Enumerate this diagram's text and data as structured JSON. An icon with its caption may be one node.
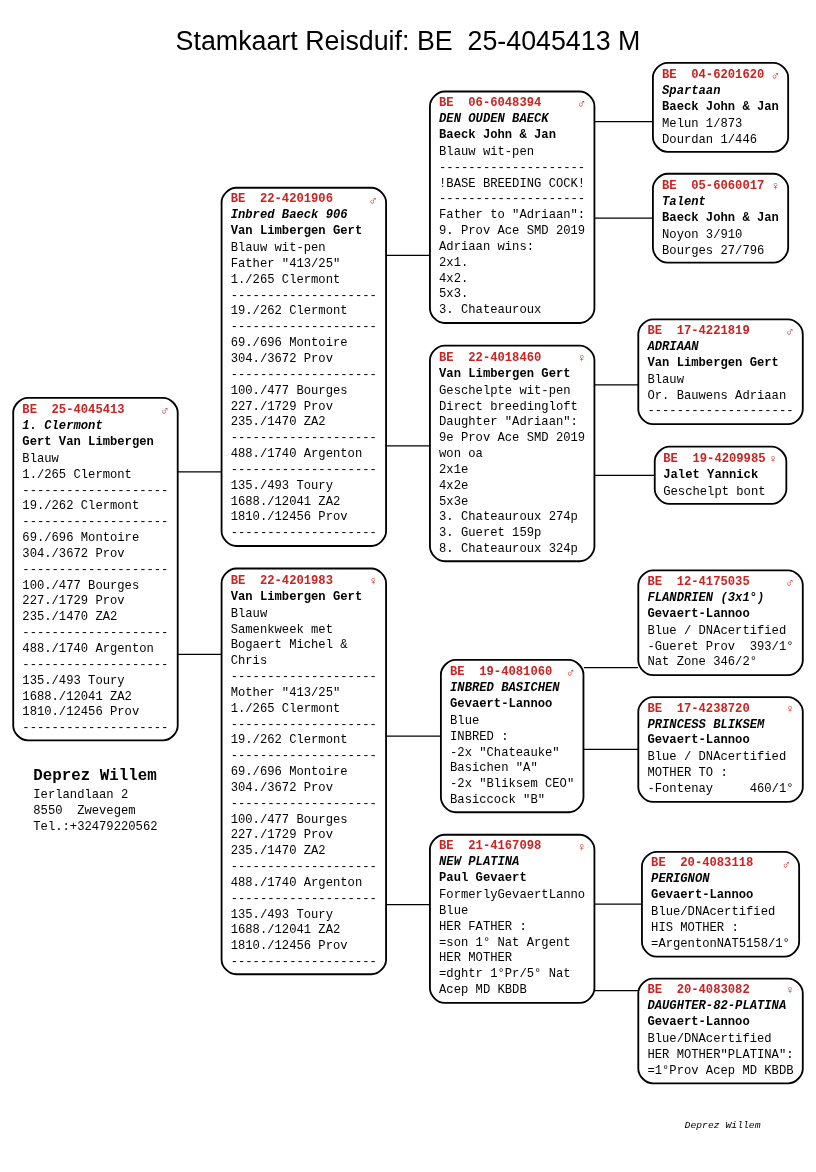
{
  "diagram": {
    "title": "Stamkaart Reisduif: BE  25-4045413 M",
    "nodes": [
      {
        "text": [
          "BE  25-4045413",
          "♂",
          "1. Clermont",
          "Gert Van Limbergen",
          "Blauw",
          "1./265 Clermont",
          "--------------------",
          "19./262 Clermont",
          "--------------------",
          "69./696 Montoire",
          "304./3672 Prov",
          "--------------------",
          "100./477 Bourges",
          "227./1729 Prov",
          "235./1470 ZA2",
          "--------------------",
          "488./1740 Argenton",
          "--------------------",
          "135./493 Toury",
          "1688./12041 ZA2",
          "1810./12456 Prov",
          "--------------------"
        ]
      },
      {
        "text": [
          "BE  22-4201906",
          "♂",
          "Inbred Baeck 906",
          "Van Limbergen Gert",
          "Blauw wit-pen",
          "Father \"413/25\"",
          "1./265 Clermont",
          "--------------------",
          "19./262 Clermont",
          "--------------------",
          "69./696 Montoire",
          "304./3672 Prov",
          "--------------------",
          "100./477 Bourges",
          "227./1729 Prov",
          "235./1470 ZA2",
          "--------------------",
          "488./1740 Argenton",
          "--------------------",
          "135./493 Toury",
          "1688./12041 ZA2",
          "1810./12456 Prov",
          "--------------------"
        ]
      },
      {
        "text": [
          "BE  22-4201983",
          "♀",
          "Van Limbergen Gert",
          "Blauw",
          "Samenkweek met",
          "Bogaert Michel &",
          "Chris",
          "--------------------",
          "Mother \"413/25\"",
          "1./265 Clermont",
          "--------------------",
          "19./262 Clermont",
          "--------------------",
          "69./696 Montoire",
          "304./3672 Prov",
          "--------------------",
          "100./477 Bourges",
          "227./1729 Prov",
          "235./1470 ZA2",
          "--------------------",
          "488./1740 Argenton",
          "--------------------",
          "135./493 Toury",
          "1688./12041 ZA2",
          "1810./12456 Prov",
          "--------------------"
        ]
      },
      {
        "text": [
          "BE  06-6048394",
          "♂",
          "DEN OUDEN BAECK",
          "Baeck John & Jan",
          "Blauw wit-pen",
          "--------------------",
          "!BASE BREEDING COCK!",
          "--------------------",
          "Father to \"Adriaan\":",
          "9. Prov Ace SMD 2019",
          "Adriaan wins:",
          "2x1.",
          "4x2.",
          "5x3.",
          "3. Chateauroux"
        ]
      },
      {
        "text": [
          "BE  22-4018460",
          "♀",
          "Van Limbergen Gert",
          "Geschelpte wit-pen",
          "Direct breedingloft",
          "Daughter \"Adriaan\":",
          "9e Prov Ace SMD 2019",
          "won oa",
          "2x1e",
          "4x2e",
          "5x3e",
          "3. Chateauroux 274p",
          "3. Gueret 159p",
          "8. Chateauroux 324p"
        ]
      },
      {
        "text": [
          "BE  19-4081060",
          "♂",
          "INBRED BASICHEN",
          "Gevaert-Lannoo",
          "Blue",
          "INBRED :",
          "-2x \"Chateauke\"",
          "Basichen \"A\"",
          "-2x \"Bliksem CEO\"",
          "Basiccock \"B\""
        ]
      },
      {
        "text": [
          "BE  21-4167098",
          "♀",
          "NEW PLATINA",
          "Paul Gevaert",
          "FormerlyGevaertLanno",
          "Blue",
          "HER FATHER :",
          "=son 1° Nat Argent",
          "HER MOTHER",
          "=dghtr 1°Pr/5° Nat",
          "Acep MD KBDB"
        ]
      },
      {
        "text": [
          "BE  04-6201620",
          "♂",
          "Spartaan",
          "Baeck John & Jan",
          "Melun 1/873",
          "Dourdan 1/446"
        ]
      },
      {
        "text": [
          "BE  05-6060017",
          "♀",
          "Talent",
          "Baeck John & Jan",
          "Noyon 3/910",
          "Bourges 27/796"
        ]
      },
      {
        "text": [
          "BE  17-4221819",
          "♂",
          "ADRIAAN",
          "Van Limbergen Gert",
          "Blauw",
          "Or. Bauwens Adriaan",
          "--------------------"
        ]
      },
      {
        "text": [
          "BE  19-4209985",
          "♀",
          "Jalet Yannick",
          "Geschelpt bont"
        ]
      },
      {
        "text": [
          "BE  12-4175035",
          "♂",
          "FLANDRIEN (3x1°)",
          "Gevaert-Lannoo",
          "Blue / DNAcertified",
          "-Gueret Prov  393/1°",
          "Nat Zone 346/2°"
        ]
      },
      {
        "text": [
          "BE  17-4238720",
          "♀",
          "PRINCESS BLIKSEM",
          "Gevaert-Lannoo",
          "Blue / DNAcertified",
          "MOTHER TO :",
          "-Fontenay     460/1°"
        ]
      },
      {
        "text": [
          "BE  20-4083118",
          "♂",
          "PERIGNON",
          "Gevaert-Lannoo",
          "Blue/DNAcertified",
          "HIS MOTHER :",
          "=ArgentonNAT5158/1°"
        ]
      },
      {
        "text": [
          "BE  20-4083082",
          "♀",
          "DAUGHTER-82-PLATINA",
          "Gevaert-Lannoo",
          "Blue/DNAcertified",
          "HER MOTHER\"PLATINA\":",
          "=1°Prov Acep MD KBDB"
        ]
      }
    ],
    "edges": [
      {
        "from": 0,
        "to": 1,
        "arrow": "none"
      },
      {
        "from": 0,
        "to": 2,
        "arrow": "none"
      },
      {
        "from": 1,
        "to": 3,
        "arrow": "none"
      },
      {
        "from": 1,
        "to": 4,
        "arrow": "none"
      },
      {
        "from": 2,
        "to": 5,
        "arrow": "none"
      },
      {
        "from": 2,
        "to": 6,
        "arrow": "none"
      },
      {
        "from": 3,
        "to": 7,
        "arrow": "none"
      },
      {
        "from": 3,
        "to": 8,
        "arrow": "none"
      },
      {
        "from": 4,
        "to": 9,
        "arrow": "none"
      },
      {
        "from": 4,
        "to": 10,
        "arrow": "none"
      },
      {
        "from": 5,
        "to": 11,
        "arrow": "none"
      },
      {
        "from": 5,
        "to": 12,
        "arrow": "none"
      },
      {
        "from": 6,
        "to": 13,
        "arrow": "none"
      },
      {
        "from": 6,
        "to": 14,
        "arrow": "none"
      }
    ],
    "labels": [
      "Deprez Willem",
      "Ierlandlaan 2",
      "8550  Zwevegem",
      "Tel.:+32479220562",
      "Deprez Willem"
    ]
  }
}
